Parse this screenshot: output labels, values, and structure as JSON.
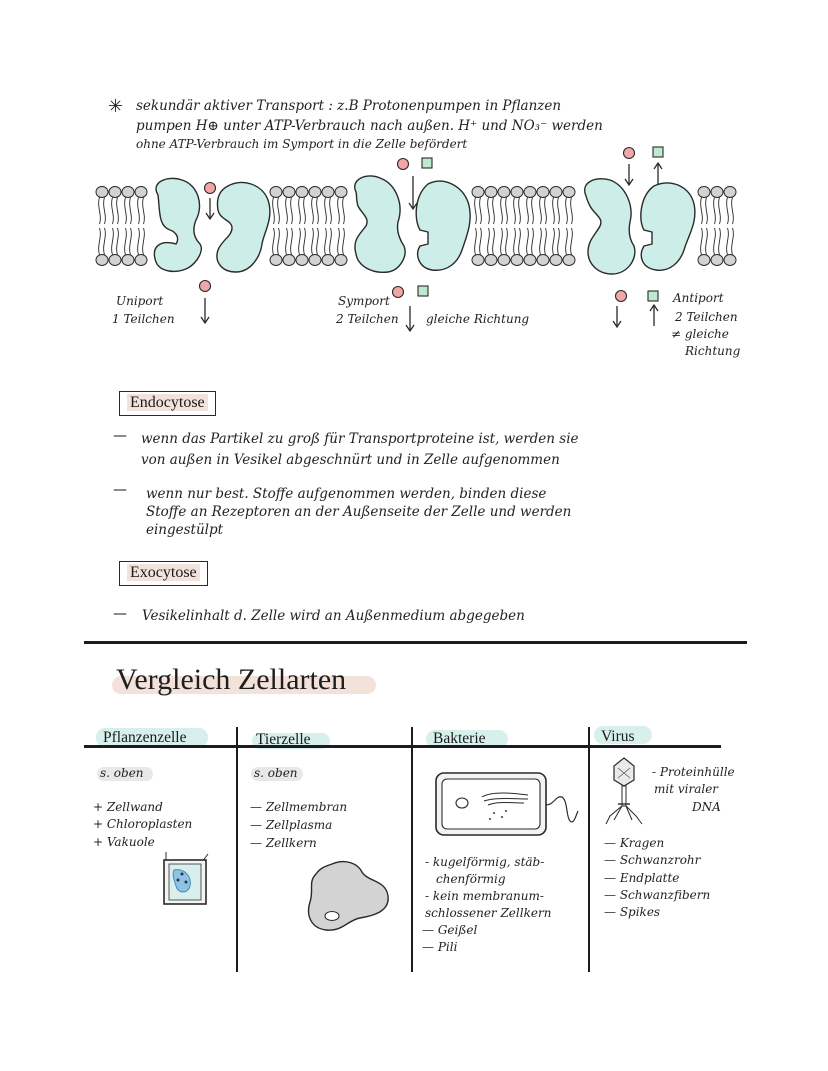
{
  "intro": {
    "line1": "sekundär aktiver Transport : z.B Protonenpumpen in Pflanzen",
    "line2": "pumpen H⊕ unter ATP-Verbrauch nach außen. H⁺ und NO₃⁻ werden",
    "line3": "ohne ATP-Verbrauch im Symport in die Zelle befördert"
  },
  "membrane_labels": {
    "uniport": "Uniport",
    "uniport_sub": "1 Teilchen",
    "symport": "Symport",
    "symport_sub": "2 Teilchen",
    "symport_dir": "gleiche Richtung",
    "antiport": "Antiport",
    "antiport_sub": "2 Teilchen",
    "antiport_dir1": "≠ gleiche",
    "antiport_dir2": "Richtung"
  },
  "endocytose": {
    "heading": "Endocytose",
    "item1_line1": "wenn das Partikel zu groß für Transportproteine ist, werden sie",
    "item1_line2": "von außen in Vesikel abgeschnürt und in Zelle aufgenommen",
    "item2_line1": "wenn nur best. Stoffe aufgenommen werden, binden diese",
    "item2_line2": "Stoffe an Rezeptoren an der Außenseite der Zelle und werden",
    "item2_line3": "eingestülpt"
  },
  "exocytose": {
    "heading": "Exocytose",
    "item1": "Vesikelinhalt d. Zelle wird an Außenmedium abgegeben"
  },
  "vergleich": {
    "title": "Vergleich Zellarten",
    "columns": [
      {
        "header": "Pflanzenzelle",
        "ref": "s. oben",
        "items": [
          "+ Zellwand",
          "+ Chloroplasten",
          "+ Vakuole"
        ]
      },
      {
        "header": "Tierzelle",
        "ref": "s. oben",
        "items": [
          "— Zellmembran",
          "— Zellplasma",
          "— Zellkern"
        ]
      },
      {
        "header": "Bakterie",
        "items": [
          "- kugelförmig, stäb-",
          "chenförmig",
          "- kein membranum-",
          "schlossener Zellkern",
          "— Geißel",
          "— Pili"
        ]
      },
      {
        "header": "Virus",
        "note": [
          "- Proteinhülle",
          "mit viraler",
          "DNA"
        ],
        "items": [
          "— Kragen",
          "— Schwanzrohr",
          "— Endplatte",
          "— Schwanzfibern",
          "— Spikes"
        ]
      }
    ]
  },
  "colors": {
    "protein": "#cdeee8",
    "red_particle": "#f2a7a7",
    "green_particle": "#bfe8d0",
    "highlight_teal": "#d7f0ec",
    "highlight_pink": "#f1e3dc",
    "cell_gray": "#d3d3d3"
  }
}
